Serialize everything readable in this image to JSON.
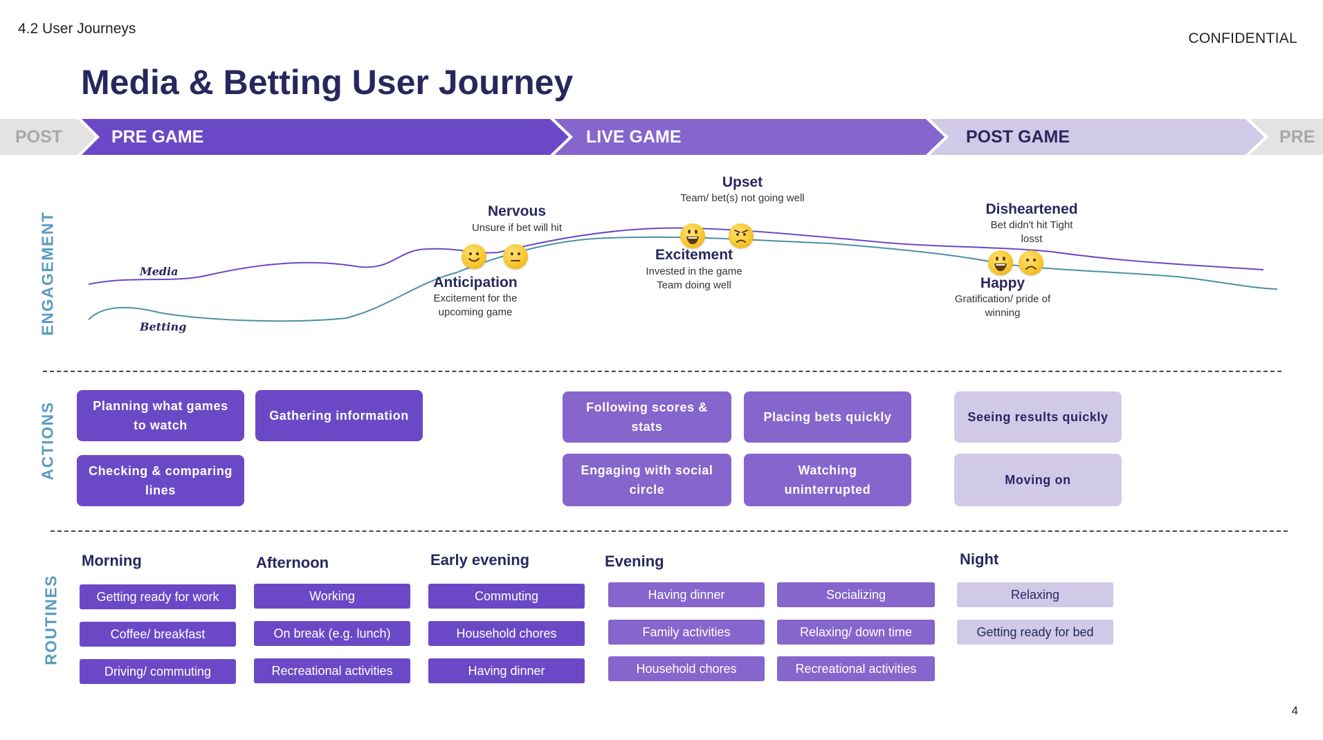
{
  "header": {
    "section": "4.2 User Journeys",
    "confidential": "CONFIDENTIAL",
    "title": "Media & Betting User Journey",
    "page_number": "4"
  },
  "phases": {
    "prev": "POST",
    "pre_game": "PRE GAME",
    "live_game": "LIVE GAME",
    "post_game": "POST GAME",
    "next": "PRE"
  },
  "colors": {
    "pre": "#6b49c6",
    "live": "#8665cc",
    "post": "#d0cae8",
    "faded": "#e3e3e3",
    "title": "#28275d",
    "side_label": "#5b9bc0",
    "media_line": "#6b49c6",
    "betting_line": "#4b8fa6"
  },
  "side_labels": {
    "engagement": "ENGAGEMENT",
    "actions": "ACTIONS",
    "routines": "ROUTINES"
  },
  "engagement": {
    "series": {
      "media": "Media",
      "betting": "Betting"
    },
    "emotions": {
      "nervous": {
        "title": "Nervous",
        "desc": "Unsure if bet will hit",
        "face": "neutral"
      },
      "anticipation": {
        "title": "Anticipation",
        "desc": "Excitement for the upcoming game",
        "face": "happy"
      },
      "upset": {
        "title": "Upset",
        "desc": "Team/ bet(s) not going well",
        "face": "angry"
      },
      "excitement": {
        "title": "Excitement",
        "desc": "Invested in the game Team doing well",
        "face": "grin"
      },
      "disheartened": {
        "title": "Disheartened",
        "desc": "Bet didn't hit Tight losst",
        "face": "sad"
      },
      "happy": {
        "title": "Happy",
        "desc": "Gratification/ pride of winning",
        "face": "grin"
      }
    }
  },
  "actions": {
    "pre_game": [
      "Planning what games to watch",
      "Gathering information",
      "Checking & comparing lines"
    ],
    "live_game": [
      "Following scores & stats",
      "Placing bets quickly",
      "Engaging with social circle",
      "Watching uninterrupted"
    ],
    "post_game": [
      "Seeing results quickly",
      "Moving on"
    ]
  },
  "routines": {
    "morning": {
      "label": "Morning",
      "items": [
        "Getting ready for work",
        "Coffee/ breakfast",
        "Driving/ commuting"
      ]
    },
    "afternoon": {
      "label": "Afternoon",
      "items": [
        "Working",
        "On break (e.g. lunch)",
        "Recreational activities"
      ]
    },
    "early_evening": {
      "label": "Early evening",
      "items": [
        "Commuting",
        "Household chores",
        "Having dinner"
      ]
    },
    "evening": {
      "label": "Evening",
      "items": [
        "Having dinner",
        "Family activities",
        "Household chores",
        "Socializing",
        "Relaxing/ down time",
        "Recreational activities"
      ]
    },
    "night": {
      "label": "Night",
      "items": [
        "Relaxing",
        "Getting ready for bed"
      ]
    }
  }
}
